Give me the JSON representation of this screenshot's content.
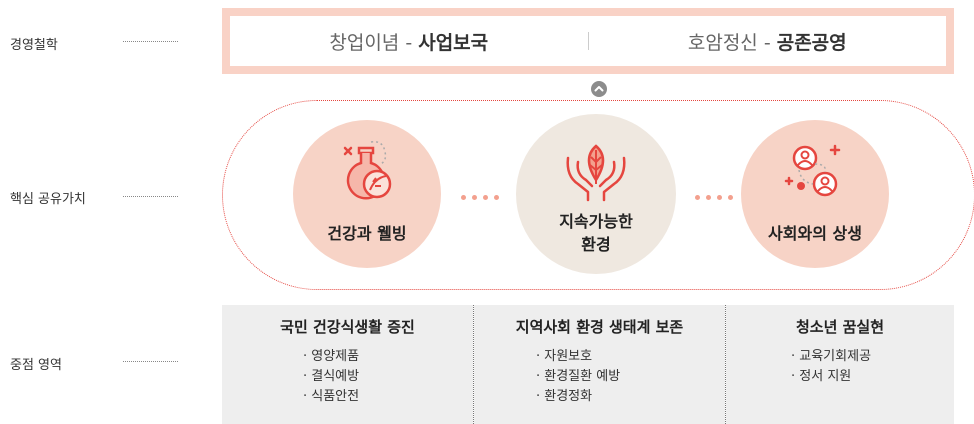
{
  "rows": {
    "philosophy": "경영철학",
    "core_values": "핵심 공유가치",
    "focus_areas": "중점 영역"
  },
  "philosophy": {
    "left_prefix": "창업이념 - ",
    "left_value": "사업보국",
    "right_prefix": "호암정신 - ",
    "right_value": "공존공영"
  },
  "core_values": [
    {
      "label": "건강과 웰빙",
      "icon": "flask-leaf-icon"
    },
    {
      "label": "지속가능한\n환경",
      "icon": "hands-leaf-icon"
    },
    {
      "label": "사회와의 상생",
      "icon": "people-network-icon"
    }
  ],
  "focus_areas": [
    {
      "title": "국민 건강식생활 증진",
      "items": [
        "· 영양제품",
        "· 결식예방",
        "· 식품안전"
      ]
    },
    {
      "title": "지역사회 환경 생태계 보존",
      "items": [
        "· 자원보호",
        "· 환경질환 예방",
        "· 환경정화"
      ]
    },
    {
      "title": "청소년 꿈실현",
      "items": [
        "· 교육기회제공",
        "· 정서 지원"
      ]
    }
  ],
  "colors": {
    "accent": "#e5463f",
    "philosophy_border": "#f9d2c6",
    "circle_pink": "#f7d3c6",
    "circle_beige": "#efe8e0",
    "focus_bg": "#eeeeee"
  }
}
